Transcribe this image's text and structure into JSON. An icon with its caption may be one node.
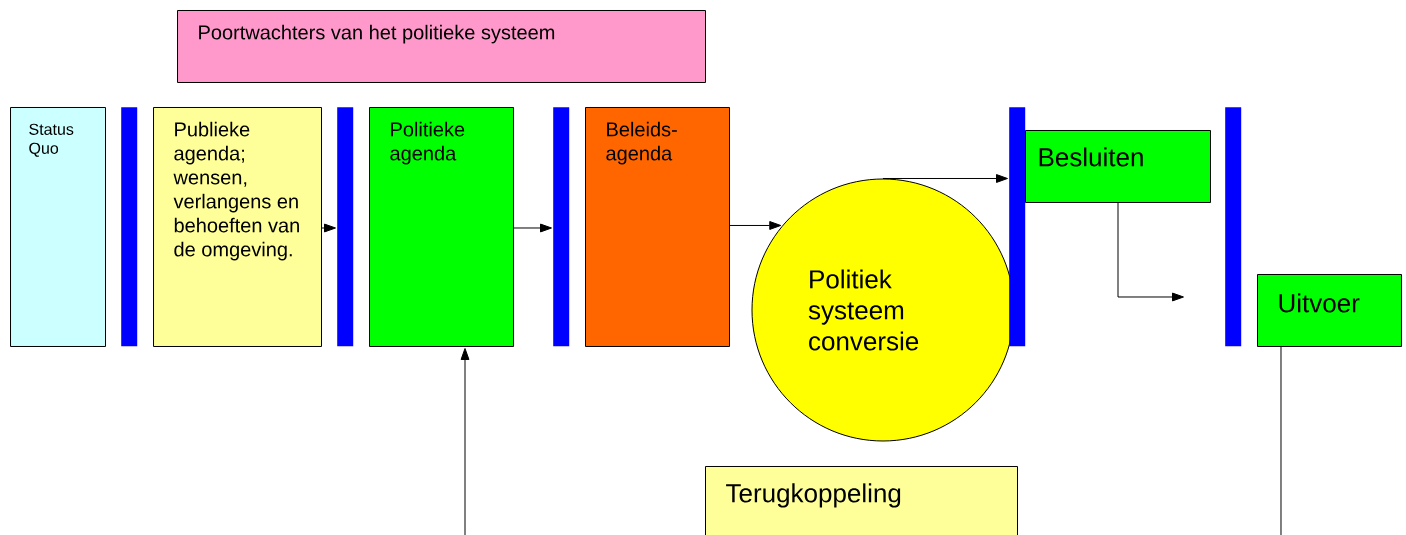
{
  "diagram": {
    "nodes": [
      {
        "text": [
          "Poortwachters van het politieke systeem"
        ]
      },
      {
        "text": [
          "Status Quo"
        ]
      },
      {
        "text": [],
        "shape": "bar"
      },
      {
        "text": [
          "Publieke agenda; wensen, verlangens en behoeften van de omgeving."
        ]
      },
      {
        "text": [],
        "shape": "bar"
      },
      {
        "text": [
          "Politieke agenda"
        ]
      },
      {
        "text": [],
        "shape": "bar"
      },
      {
        "text": [
          "Beleids-agenda"
        ]
      },
      {
        "text": [
          "Politiek systeem conversie"
        ]
      },
      {
        "text": [],
        "shape": "bar"
      },
      {
        "text": [
          "Besluiten"
        ]
      },
      {
        "text": [],
        "shape": "bar"
      },
      {
        "text": [
          "Uitvoer"
        ]
      },
      {
        "text": [
          "Terugkoppeling"
        ]
      }
    ],
    "edges": [
      {
        "from": 3,
        "to": 4,
        "arrow": "to"
      },
      {
        "from": 5,
        "to": 6,
        "arrow": "to"
      },
      {
        "from": 7,
        "to": 8,
        "arrow": "to"
      },
      {
        "from": 8,
        "to": 9,
        "arrow": "to"
      },
      {
        "from": 10,
        "to": null,
        "arrow": "to"
      },
      {
        "from": null,
        "to": 5,
        "arrow": "to"
      },
      {
        "from": 12,
        "to": null,
        "arrow": "none"
      }
    ]
  }
}
